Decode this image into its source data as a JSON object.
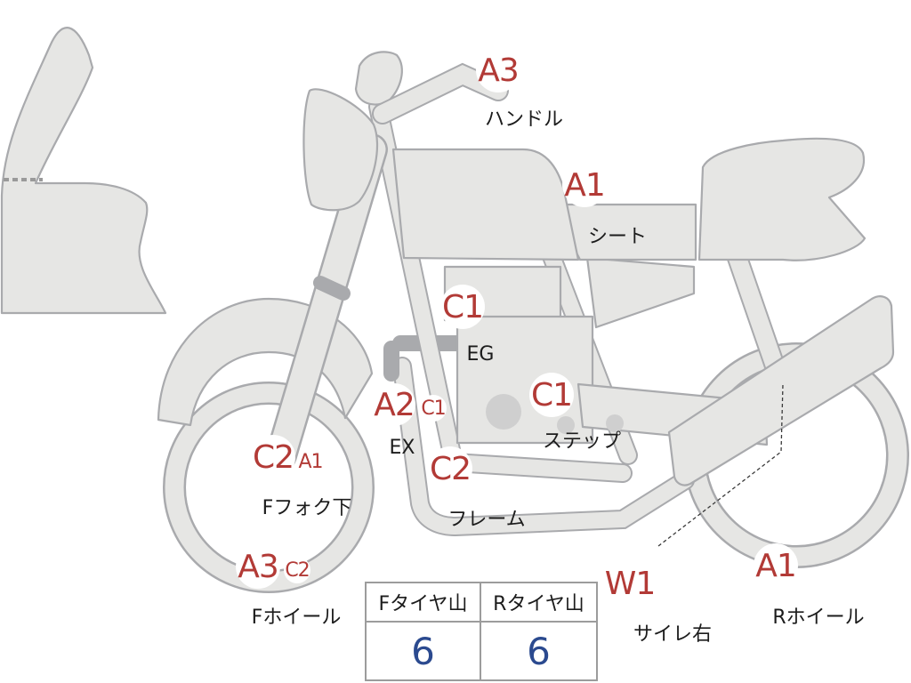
{
  "diagram": {
    "colors": {
      "rating": "#b23a36",
      "tread_value": "#2b4a8f",
      "part": "#e6e6e4",
      "outline": "#a9aaad"
    },
    "markers": [
      {
        "rating": "A3",
        "part": "ハンドル"
      },
      {
        "rating": "A1",
        "part": "シート"
      },
      {
        "rating": "C1",
        "part": "EG"
      },
      {
        "rating": "A2",
        "sub": "C1",
        "part": "EX"
      },
      {
        "rating": "C1",
        "part": "ステップ"
      },
      {
        "rating": "C2",
        "sub": "A1",
        "part": "Fフォク下"
      },
      {
        "rating": "C2",
        "part": "フレーム"
      },
      {
        "rating": "A3",
        "sub": "C2",
        "part": "Fホイール"
      },
      {
        "rating": "W1",
        "part": "サイレ右"
      },
      {
        "rating": "A1",
        "part": "Rホイール"
      }
    ],
    "tread_table": {
      "headers": [
        "Fタイヤ山",
        "Rタイヤ山"
      ],
      "values": [
        "6",
        "6"
      ]
    }
  }
}
